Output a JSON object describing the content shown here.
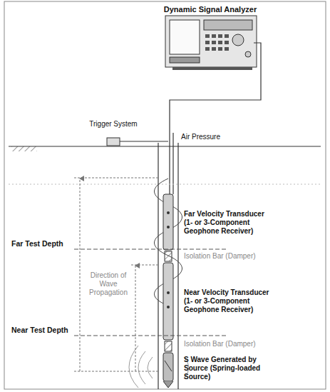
{
  "diagram": {
    "labels": [
      "Dynamic Signal Analyzer",
      "Trigger System",
      "Air Pressure",
      "Far Velocity Transducer (1- or 3-Component Geophone Receiver)",
      "Far Test Depth",
      "Isolation Bar (Damper)",
      "Direction of Wave Propagation",
      "Near Velocity Transducer (1- or 3-Component Geophone Receiver)",
      "Near Test Depth",
      "Isolation Bar (Damper)",
      "S Wave Generated by Source (Spring-loaded Source)"
    ]
  }
}
